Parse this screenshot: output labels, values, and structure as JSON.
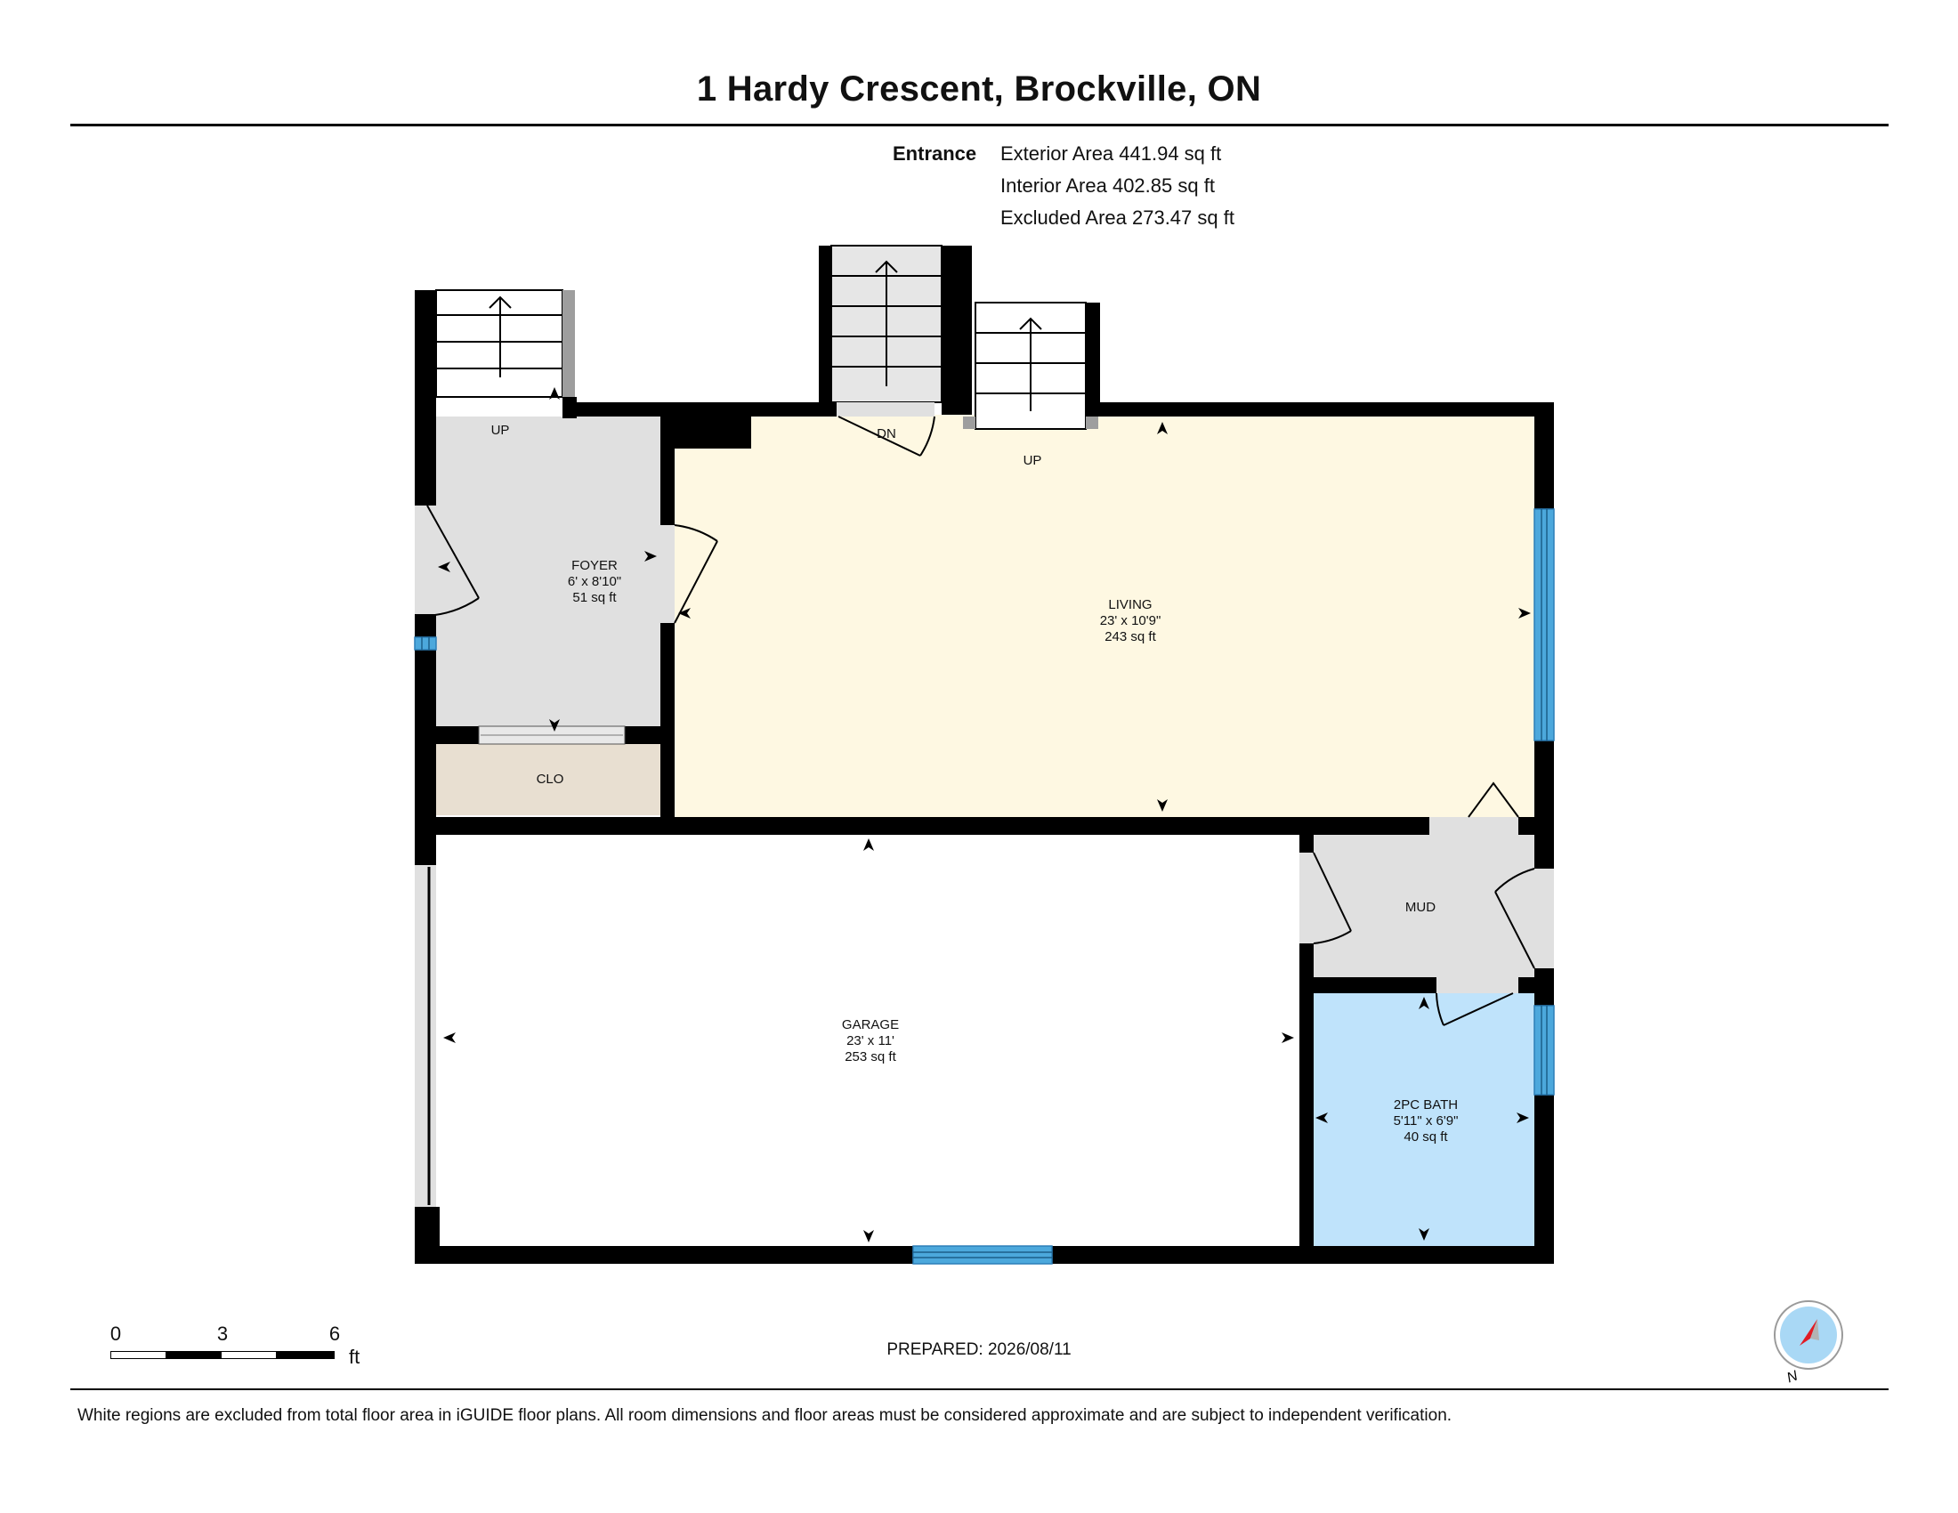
{
  "header": {
    "title": "1 Hardy Crescent, Brockville, ON"
  },
  "summary": {
    "floor_label": "Entrance",
    "exterior_area": "Exterior Area 441.94 sq ft",
    "interior_area": "Interior Area 402.85 sq ft",
    "excluded_area": "Excluded Area 273.47 sq ft"
  },
  "rooms": {
    "foyer": {
      "name": "FOYER",
      "dims": "6' x 8'10\"",
      "area": "51 sq ft"
    },
    "living": {
      "name": "LIVING",
      "dims": "23' x 10'9\"",
      "area": "243 sq ft"
    },
    "clo": {
      "name": "CLO"
    },
    "garage": {
      "name": "GARAGE",
      "dims": "23' x 11'",
      "area": "253 sq ft"
    },
    "mud": {
      "name": "MUD"
    },
    "bath": {
      "name": "2PC BATH",
      "dims": "5'11\" x 6'9\"",
      "area": "40 sq ft"
    }
  },
  "stair_labels": {
    "foyer_up": "UP",
    "living_dn": "DN",
    "living_up": "UP"
  },
  "scale": {
    "ticks": [
      "0",
      "3",
      "6"
    ],
    "unit": "ft"
  },
  "compass": {
    "label": "N"
  },
  "footer": {
    "prepared": "PREPARED: 2026/08/11",
    "disclaimer": "White regions are excluded from total floor area in iGUIDE floor plans. All room dimensions and floor areas must be considered approximate and are subject to independent verification."
  },
  "colors": {
    "wall": "#000000",
    "foyer_fill": "#e0e0e0",
    "living_fill": "#fef8e2",
    "clo_fill": "#e8dfd1",
    "garage_fill": "#ffffff",
    "mud_fill": "#e0e0e0",
    "bath_fill": "#bfe3fb",
    "window": "#4ca8dc",
    "compass_red": "#e01b24",
    "compass_blue": "#a9d8f5"
  }
}
